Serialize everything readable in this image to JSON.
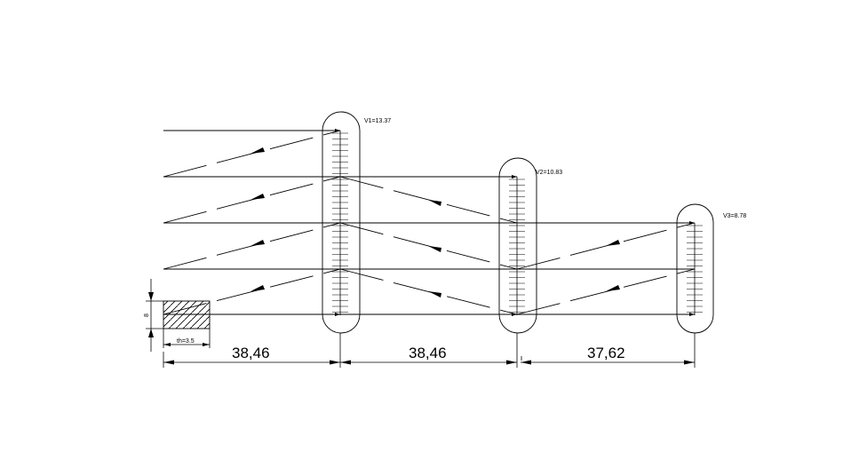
{
  "diagram": {
    "stations": [
      {
        "label": "V1=13.37"
      },
      {
        "label": "V2=10.83"
      },
      {
        "label": "V3=8.78"
      }
    ],
    "dimensions": [
      {
        "label": "38,46"
      },
      {
        "label": "38,46"
      },
      {
        "label": "37,62"
      }
    ],
    "height_label": "8",
    "thickness_label": "th=3.5",
    "colors": {
      "line": "#000000",
      "background": "#ffffff"
    }
  }
}
